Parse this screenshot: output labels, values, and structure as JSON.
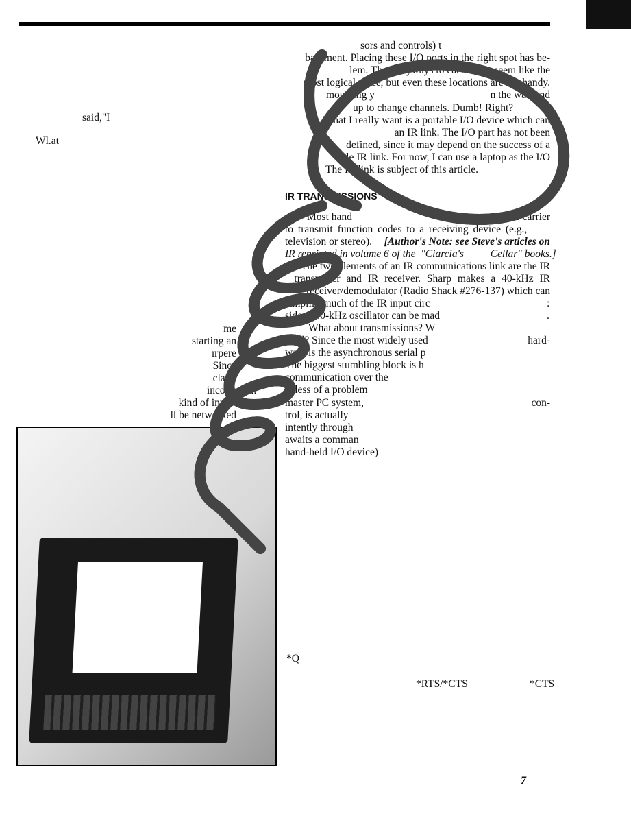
{
  "left_column": {
    "fragments": [
      "said,\"I",
      "Wl.at",
      "me",
      "starting an",
      "ırpere",
      "Since",
      "claim",
      "income tax.",
      "kind of input/",
      "ll be networked"
    ]
  },
  "right_column": {
    "lines": [
      "sors and controls) t",
      "basement. Placing these I/O ports in the right spot has be-",
      "lem. The entryways to each room seem like the",
      "most logical place, but even these locations are not handy.",
      "mounting y",
      "n the wall and",
      "up to change channels. Dumb! Right?",
      "What I really want is a portable I/O device which can",
      "an IR link. The I/O part has not been",
      "defined, since it may depend on the success of a",
      "able IR link. For now, I can use a laptop as the I/O",
      "The IR link is subject of this article."
    ],
    "heading": "IR TRANSMISSIONS",
    "lines2": [
      "Most hand",
      "ulate a 40-kHz carrier",
      "to transmit function codes to a receiving device (e.g.,",
      "television or stereo). ",
      "[Author's Note: see Steve's articles on",
      "IR reprinted in volume 6 of the  \"Ciarcia's          Cellar\" books.]",
      "The two elements of an IR communications link are the IR",
      "transmitter and IR receiver. Sharp makes a 40-kHz IR",
      "receiver/demodulator (Radio Shack #276-137) which can",
      "simplify much of the IR input circ",
      ":",
      "side, a 40-kHz oscillator can be mad",
      ".",
      "What about transmissions? W",
      "used? Since the most widely used",
      "hard-",
      "ware is the asynchronous serial p",
      "The biggest stumbling block is h",
      "communication over the",
      "is less of a problem",
      "master PC system,",
      "con-",
      "trol, is actually",
      "intently through",
      "awaits a comman",
      "hand-held I/O device)"
    ],
    "lower": [
      "*Q",
      "*RTS/*CTS",
      "*CTS"
    ]
  },
  "page_number": "7",
  "colors": {
    "rule": "#000000",
    "cord": "#9a9a9a"
  }
}
